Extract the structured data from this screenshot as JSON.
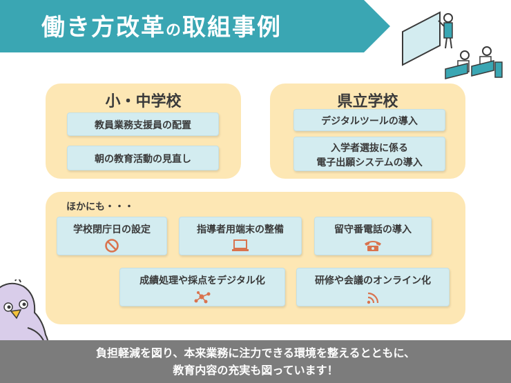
{
  "title": {
    "part1": "働き方改革",
    "particle": "の",
    "part2": "取組事例"
  },
  "elementary_panel": {
    "title": "小・中学校",
    "items": [
      "教員業務支援員の配置",
      "朝の教育活動の見直し"
    ]
  },
  "prefectural_panel": {
    "title": "県立学校",
    "items": [
      "デジタルツールの導入",
      "入学者選抜に係る",
      "電子出願システムの導入"
    ]
  },
  "others_panel": {
    "label": "ほかにも・・・",
    "items": [
      {
        "label": "学校閉庁日の設定",
        "icon": "prohibited-icon"
      },
      {
        "label": "指導者用端末の整備",
        "icon": "laptop-icon"
      },
      {
        "label": "留守番電話の導入",
        "icon": "telephone-icon"
      },
      {
        "label": "成績処理や採点をデジタル化",
        "icon": "network-icon"
      },
      {
        "label": "研修や会議のオンライン化",
        "icon": "wifi-icon"
      }
    ]
  },
  "footer": {
    "line1": "負担軽減を図り、本来業務に注力できる環境を整えるとともに、",
    "line2": "教育内容の充実も図っています！"
  },
  "colors": {
    "banner": "#3aa6b3",
    "panel": "#fde7b4",
    "item": "#d3ecf0",
    "icon_accent": "#d9734e",
    "footer": "#7c7c7c"
  }
}
